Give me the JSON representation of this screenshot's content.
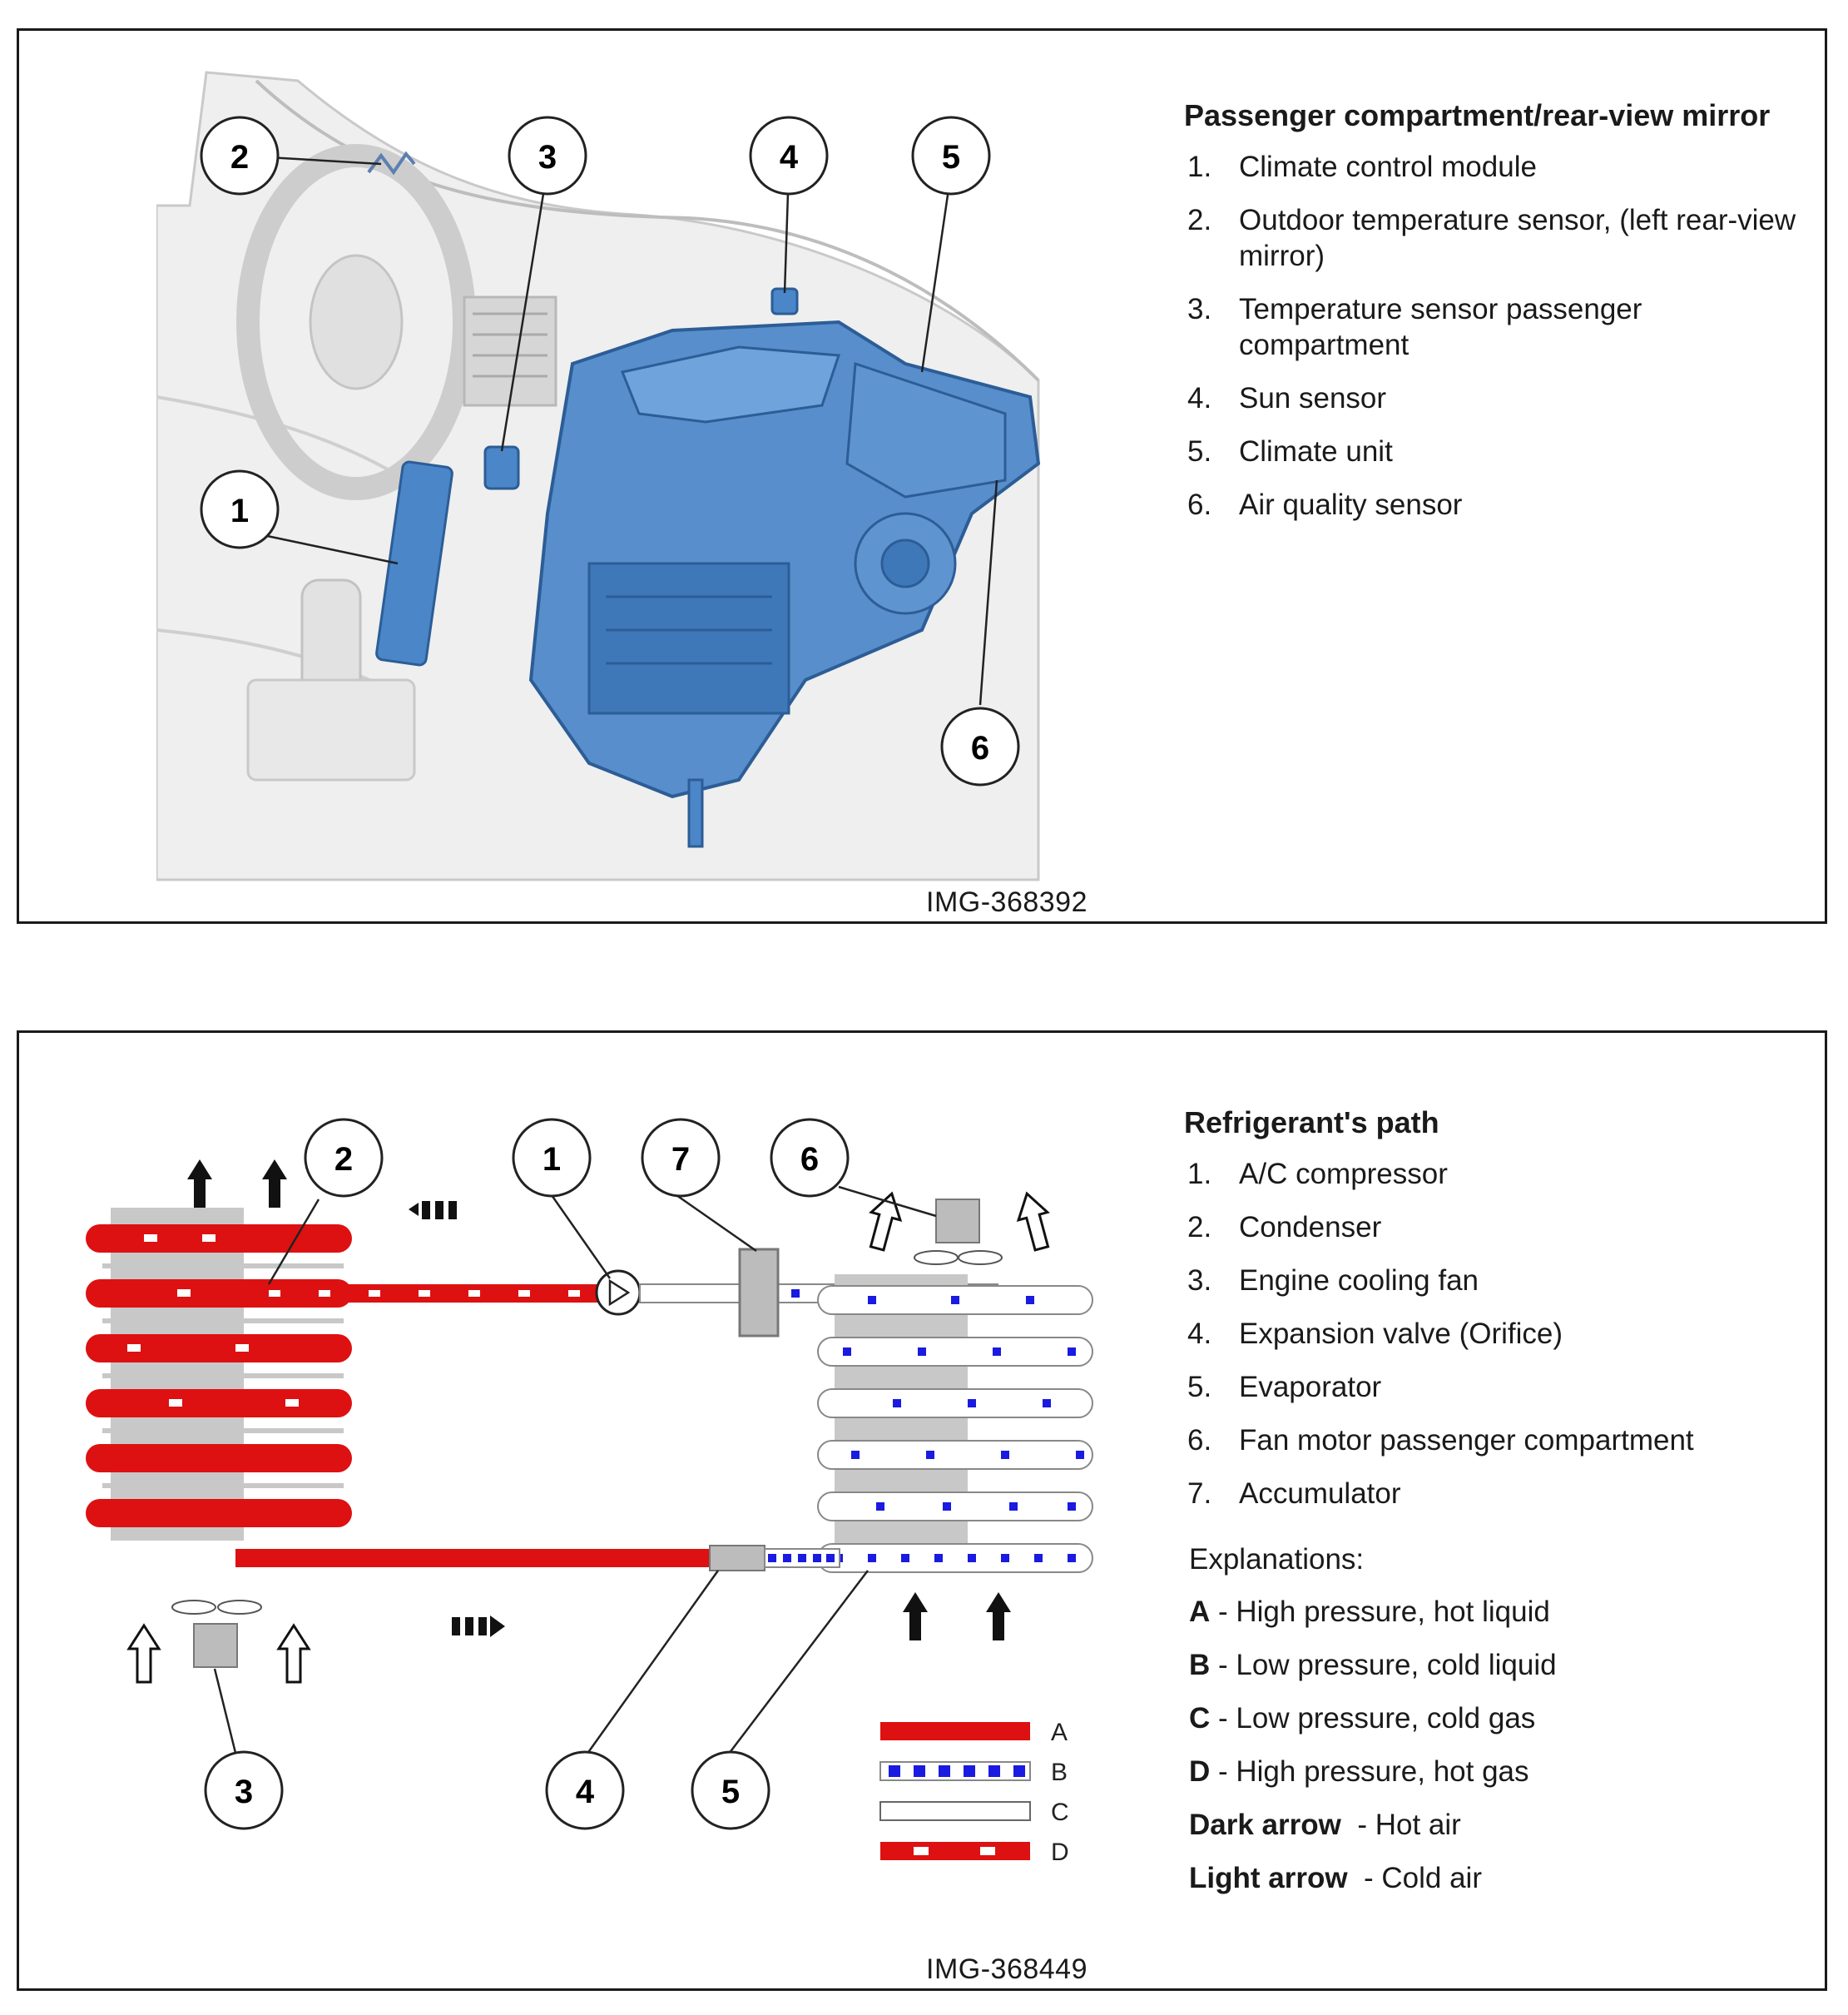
{
  "figure1": {
    "title": "Passenger compartment/rear-view mirror",
    "items": [
      {
        "num": "1.",
        "label": "Climate control module"
      },
      {
        "num": "2.",
        "label": "Outdoor temperature sensor, (left rear-view mirror)"
      },
      {
        "num": "3.",
        "label": "Temperature sensor passenger compartment"
      },
      {
        "num": "4.",
        "label": "Sun sensor"
      },
      {
        "num": "5.",
        "label": "Climate unit"
      },
      {
        "num": "6.",
        "label": "Air quality sensor"
      }
    ],
    "callouts": [
      "1",
      "2",
      "3",
      "4",
      "5",
      "6"
    ],
    "caption": "IMG-368392",
    "accent_color": "#4a86c8"
  },
  "figure2": {
    "title": "Refrigerant's path",
    "items": [
      {
        "num": "1.",
        "label": "A/C compressor"
      },
      {
        "num": "2.",
        "label": "Condenser"
      },
      {
        "num": "3.",
        "label": "Engine cooling fan"
      },
      {
        "num": "4.",
        "label": "Expansion valve (Orifice)"
      },
      {
        "num": "5.",
        "label": "Evaporator"
      },
      {
        "num": "6.",
        "label": "Fan motor passenger compartment"
      },
      {
        "num": "7.",
        "label": "Accumulator"
      }
    ],
    "callouts": [
      "1",
      "2",
      "3",
      "4",
      "5",
      "6",
      "7"
    ],
    "explanations_title": "Explanations:",
    "explanations": [
      {
        "key": "A",
        "text": " - High pressure, hot liquid"
      },
      {
        "key": "B",
        "text": " - Low pressure, cold liquid"
      },
      {
        "key": "C",
        "text": " - Low pressure, cold gas"
      },
      {
        "key": "D",
        "text": " - High pressure, hot gas"
      },
      {
        "key": "Dark arrow",
        "text": "  - Hot air"
      },
      {
        "key": "Light arrow",
        "text": "  - Cold air"
      }
    ],
    "swatch_labels": [
      "A",
      "B",
      "C",
      "D"
    ],
    "caption": "IMG-368449",
    "colors": {
      "hot": "#dd1111",
      "cold": "#1a1ae0",
      "pipe": "#c8c8c8"
    }
  }
}
